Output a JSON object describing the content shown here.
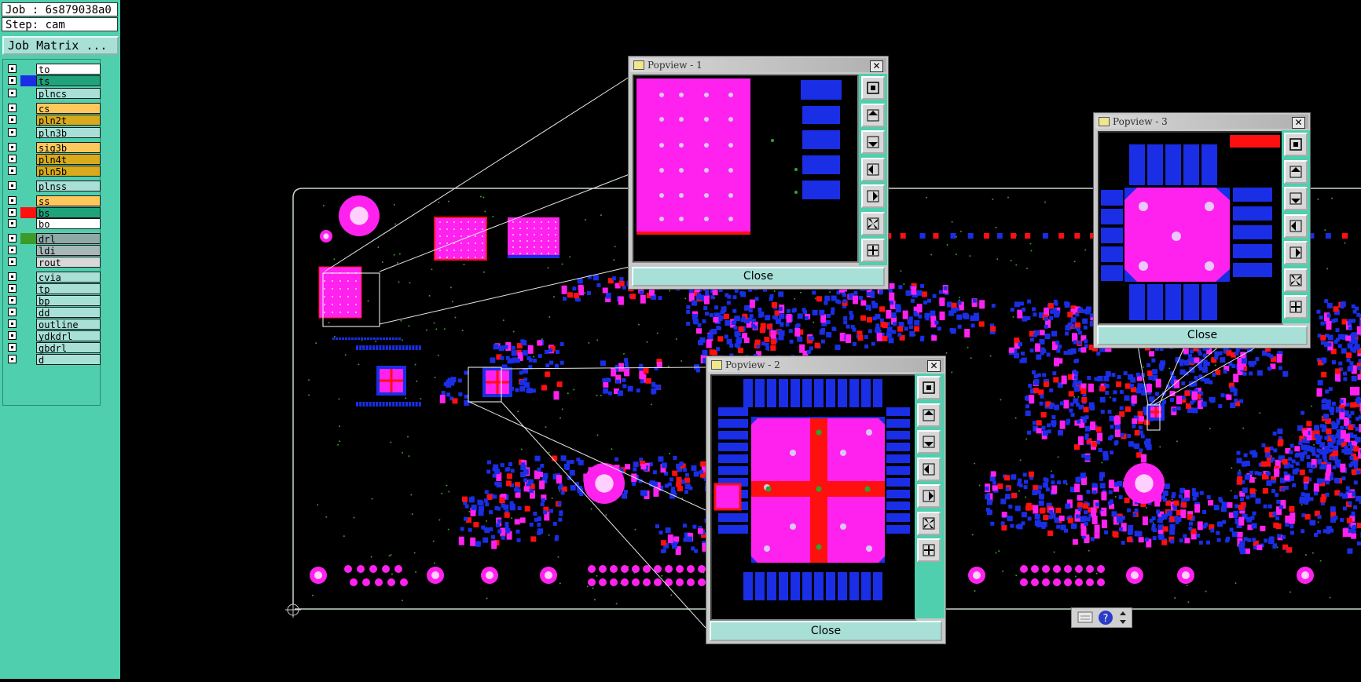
{
  "job_info": {
    "job": "Job : 6s879038a0",
    "step": "Step: cam",
    "matrix_button": "Job Matrix ..."
  },
  "layers": [
    {
      "name": "to",
      "color": "#ffffff",
      "swatch": ""
    },
    {
      "name": "ts",
      "color": "#1fa37a",
      "swatch": "#1a2ee6"
    },
    {
      "name": "plncs",
      "color": "#a8e0d8",
      "swatch": ""
    },
    {
      "name": "cs",
      "color": "#ffc85c",
      "swatch": ""
    },
    {
      "name": "pln2t",
      "color": "#d9aa1c",
      "swatch": ""
    },
    {
      "name": "pln3b",
      "color": "#a8e0d8",
      "swatch": ""
    },
    {
      "name": "sig3b",
      "color": "#ffc85c",
      "swatch": ""
    },
    {
      "name": "pln4t",
      "color": "#d9aa1c",
      "swatch": ""
    },
    {
      "name": "pln5b",
      "color": "#d9aa1c",
      "swatch": ""
    },
    {
      "name": "plnss",
      "color": "#a8e0d8",
      "swatch": ""
    },
    {
      "name": "ss",
      "color": "#ffc85c",
      "swatch": ""
    },
    {
      "name": "bs",
      "color": "#1fa37a",
      "swatch": "#ff1010"
    },
    {
      "name": "bo",
      "color": "#ffffff",
      "swatch": ""
    },
    {
      "name": "drl",
      "color": "#8fa8a8",
      "swatch": "#3c9a2a"
    },
    {
      "name": "ldi",
      "color": "#a8b8b8",
      "swatch": ""
    },
    {
      "name": "rout",
      "color": "#d8d8d8",
      "swatch": ""
    },
    {
      "name": "cvia",
      "color": "#a8e0d8",
      "swatch": ""
    },
    {
      "name": "tp",
      "color": "#a8e0d8",
      "swatch": ""
    },
    {
      "name": "bp",
      "color": "#a8e0d8",
      "swatch": ""
    },
    {
      "name": "dd",
      "color": "#a8e0d8",
      "swatch": ""
    },
    {
      "name": "outline",
      "color": "#a8e0d8",
      "swatch": ""
    },
    {
      "name": "ydkdrl",
      "color": "#a8e0d8",
      "swatch": ""
    },
    {
      "name": "gbdrl",
      "color": "#a8e0d8",
      "swatch": ""
    },
    {
      "name": "d",
      "color": "#a8e0d8",
      "swatch": ""
    }
  ],
  "popviews": [
    {
      "title": "Popview - 1",
      "close_label": "Close"
    },
    {
      "title": "Popview - 2",
      "close_label": "Close"
    },
    {
      "title": "Popview - 3",
      "close_label": "Close"
    }
  ],
  "tool_icons": [
    "zoom-fit-icon",
    "pan-up-icon",
    "pan-down-icon",
    "pan-left-icon",
    "pan-right-icon",
    "zoom-out-icon",
    "zoom-in-icon"
  ],
  "colors": {
    "pad": "#1a2ee6",
    "copper": "#ff22ee",
    "mask": "#ff1010",
    "outline": "#d0d0d0",
    "panel": "#4fcfae"
  },
  "status_icons": [
    "screen-icon",
    "help-icon",
    "spinner-icon"
  ]
}
